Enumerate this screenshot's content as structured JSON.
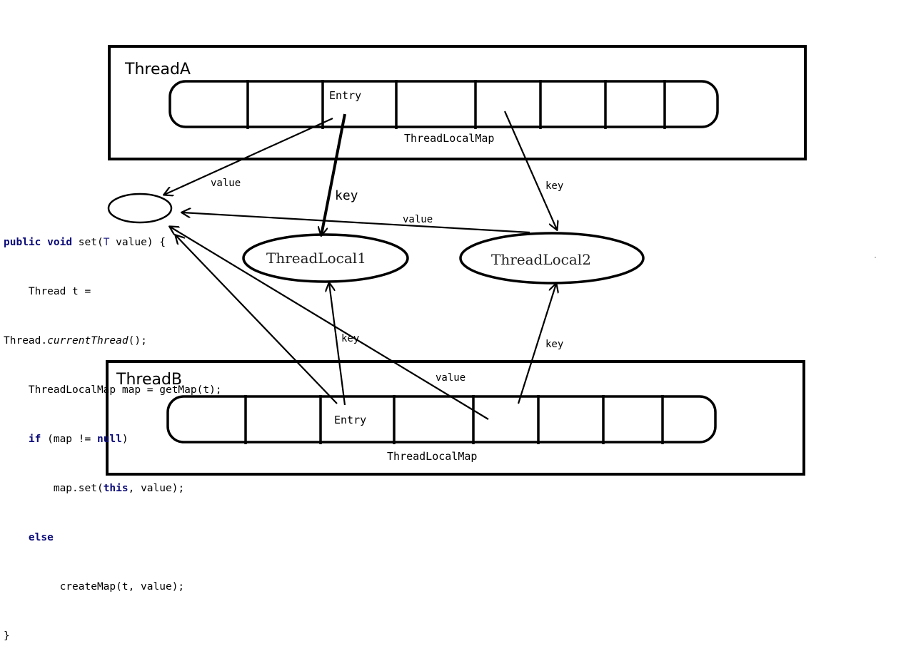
{
  "threadA": {
    "title": "ThreadA",
    "entry_label": "Entry",
    "map_label": "ThreadLocalMap"
  },
  "threadB": {
    "title": "ThreadB",
    "entry_label": "Entry",
    "map_label": "ThreadLocalMap"
  },
  "threadLocals": {
    "tl1": "ThreadLocal1",
    "tl2": "ThreadLocal2"
  },
  "edges": {
    "a_entry_value": "value",
    "a_entry_key": "key",
    "a_cell_key": "key",
    "tl2_value": "value",
    "b_entry_key": "key",
    "b_cell_value": "value",
    "b_cell_key": "key"
  },
  "code": {
    "l1_kw1": "public",
    "l1_kw2": "void",
    "l1_a": "set(",
    "l1_type": "T",
    "l1_b": " value) {",
    "l2": "    Thread t =",
    "l3_a": "Thread.",
    "l3_it": "currentThread",
    "l3_b": "();",
    "l4": "    ThreadLocalMap map = getMap(t);",
    "l5_kw": "if",
    "l5_a": " (map != ",
    "l5_kw2": "null",
    "l5_b": ")",
    "l6_a": "        map.set(",
    "l6_kw": "this",
    "l6_b": ", value);",
    "l7_kw": "else",
    "l8": "         createMap(t, value);",
    "l9": "}"
  }
}
